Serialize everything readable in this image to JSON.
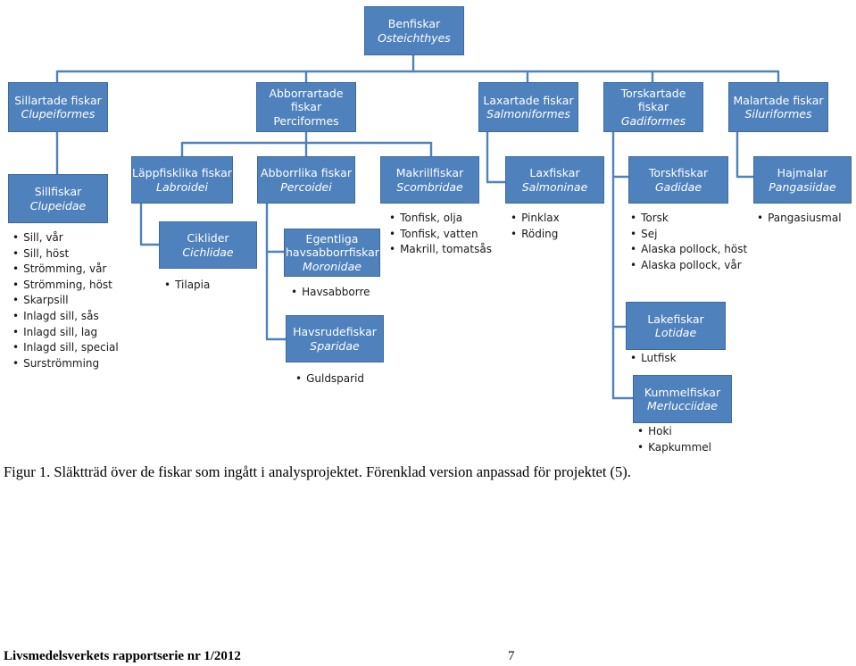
{
  "tree": {
    "root": {
      "name": "Benfiskar",
      "latin": "Osteichthyes"
    },
    "orders": [
      {
        "name": "Sillartade fiskar",
        "latin": "Clupeiformes"
      },
      {
        "name": "Abborrartade fiskar Perciformes",
        "latin": ""
      },
      {
        "name": "Laxartade fiskar",
        "latin": "Salmoniformes"
      },
      {
        "name": "Torskartade fiskar",
        "latin": "Gadiformes"
      },
      {
        "name": "Malartade fiskar",
        "latin": "Siluriformes"
      }
    ],
    "families": {
      "sillfiskar": {
        "name": "Sillfiskar",
        "latin": "Clupeidae",
        "items": [
          "Sill, vår",
          "Sill, höst",
          "Strömming, vår",
          "Strömming, höst",
          "Skarpsill",
          "Inlagd sill, sås",
          "Inlagd sill, lag",
          "Inlagd sill, special",
          "Surströmming"
        ]
      },
      "lappfisklika": {
        "name": "Läppfisklika fiskar",
        "latin": "Labroidei"
      },
      "ciklider": {
        "name": "Ciklider",
        "latin": "Cichlidae",
        "items": [
          "Tilapia"
        ]
      },
      "abborrlika": {
        "name": "Abborrlika fiskar",
        "latin": "Percoidei"
      },
      "egentliga": {
        "name": "Egentliga havsabborrfiskar",
        "latin": "Moronidae",
        "items": [
          "Havsabborre"
        ]
      },
      "havsrude": {
        "name": "Havsrudefiskar",
        "latin": "Sparidae",
        "items": [
          "Guldsparid"
        ]
      },
      "makrill": {
        "name": "Makrillfiskar",
        "latin": "Scombridae",
        "items": [
          "Tonfisk, olja",
          "Tonfisk, vatten",
          "Makrill, tomatsås"
        ]
      },
      "laxfiskar": {
        "name": "Laxfiskar",
        "latin": "Salmoninae",
        "items": [
          "Pinklax",
          "Röding"
        ]
      },
      "torskfiskar": {
        "name": "Torskfiskar",
        "latin": "Gadidae",
        "items": [
          "Torsk",
          "Sej",
          "Alaska pollock, höst",
          "Alaska pollock, vår"
        ]
      },
      "lakefiskar": {
        "name": "Lakefiskar",
        "latin": "Lotidae",
        "items": [
          "Lutfisk"
        ]
      },
      "kummel": {
        "name": "Kummelfiskar",
        "latin": "Merlucciidae",
        "items": [
          "Hoki",
          "Kapkummel"
        ]
      },
      "hajmalar": {
        "name": "Hajmalar",
        "latin": "Pangasiidae",
        "items": [
          "Pangasiusmal"
        ]
      }
    }
  },
  "caption": "Figur 1. Släktträd över de fiskar som ingått i analysprojektet. Förenklad version anpassad för projektet (5).",
  "footer": {
    "series": "Livsmedelsverkets rapportserie nr 1/2012",
    "page": "7"
  },
  "colors": {
    "box_fill": "#4f81bd",
    "box_text": "#ffffff",
    "connector": "#4f81bd"
  }
}
